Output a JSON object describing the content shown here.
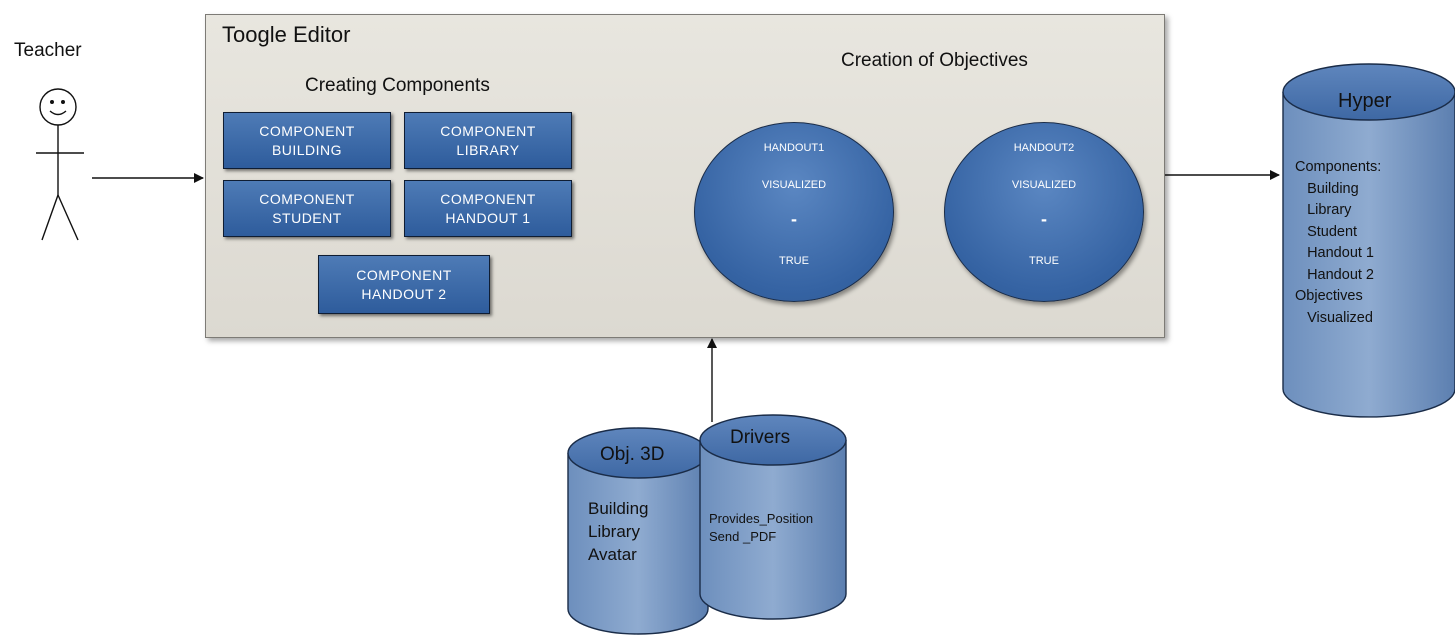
{
  "actor": {
    "label": "Teacher"
  },
  "editor": {
    "title": "Toogle Editor",
    "components_heading": "Creating Components",
    "components": [
      "COMPONENT\nBUILDING",
      "COMPONENT\nLIBRARY",
      "COMPONENT\nSTUDENT",
      "COMPONENT\nHANDOUT 1",
      "COMPONENT\nHANDOUT 2"
    ],
    "objectives_heading": "Creation of Objectives",
    "objectives": [
      {
        "name": "HANDOUT1",
        "state": "VISUALIZED",
        "separator": "-",
        "value": "TRUE"
      },
      {
        "name": "HANDOUT2",
        "state": "VISUALIZED",
        "separator": "-",
        "value": "TRUE"
      }
    ]
  },
  "hyper": {
    "title": "Hyper",
    "lines": "Components:\n   Building\n   Library\n   Student\n   Handout 1\n   Handout 2\nObjectives\n   Visualized"
  },
  "obj3d": {
    "title": "Obj. 3D",
    "lines": "Building\nLibrary\nAvatar"
  },
  "drivers": {
    "title": "Drivers",
    "lines": "Provides_Position\nSend _PDF"
  },
  "colors": {
    "shape_fill": "#3a67a6",
    "shape_border": "#1a2c48",
    "editor_fill": "#e2e0d8"
  }
}
